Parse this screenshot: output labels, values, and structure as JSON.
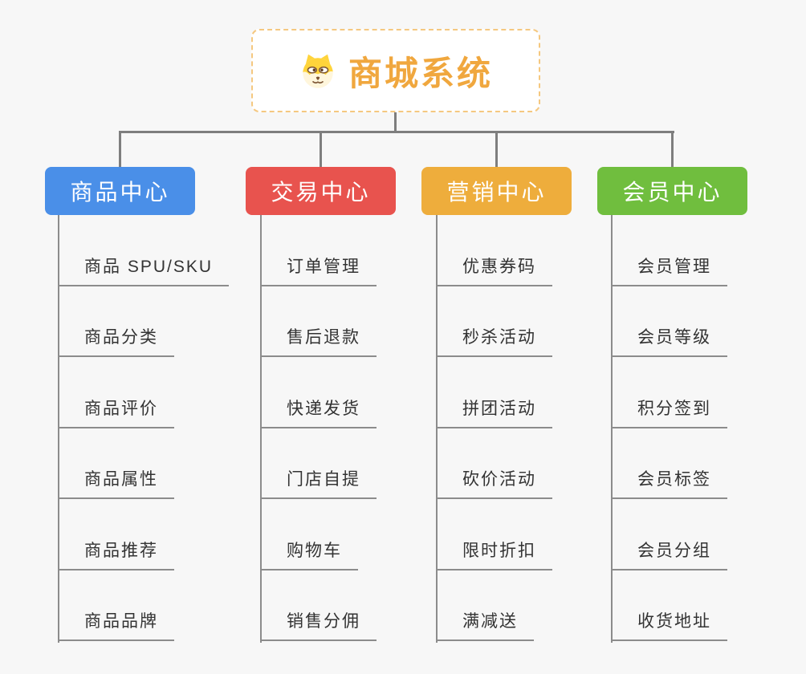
{
  "root": {
    "title": "商城系统",
    "icon": "doge-dog-icon"
  },
  "branches": [
    {
      "label": "商品中心",
      "color": "#4a8fe8",
      "children": [
        "商品 SPU/SKU",
        "商品分类",
        "商品评价",
        "商品属性",
        "商品推荐",
        "商品品牌"
      ]
    },
    {
      "label": "交易中心",
      "color": "#e8534e",
      "children": [
        "订单管理",
        "售后退款",
        "快递发货",
        "门店自提",
        "购物车",
        "销售分佣"
      ]
    },
    {
      "label": "营销中心",
      "color": "#eead3c",
      "children": [
        "优惠券码",
        "秒杀活动",
        "拼团活动",
        "砍价活动",
        "限时折扣",
        "满减送"
      ]
    },
    {
      "label": "会员中心",
      "color": "#70be3e",
      "children": [
        "会员管理",
        "会员等级",
        "积分签到",
        "会员标签",
        "会员分组",
        "收货地址"
      ]
    }
  ],
  "colors": {
    "background": "#f7f7f7",
    "connector": "#7e7e7e",
    "item_line": "#8c8c8c",
    "item_text": "#333333",
    "root_text": "#f0a73e",
    "root_border": "#f5c880",
    "branch_text": "#ffffff"
  }
}
